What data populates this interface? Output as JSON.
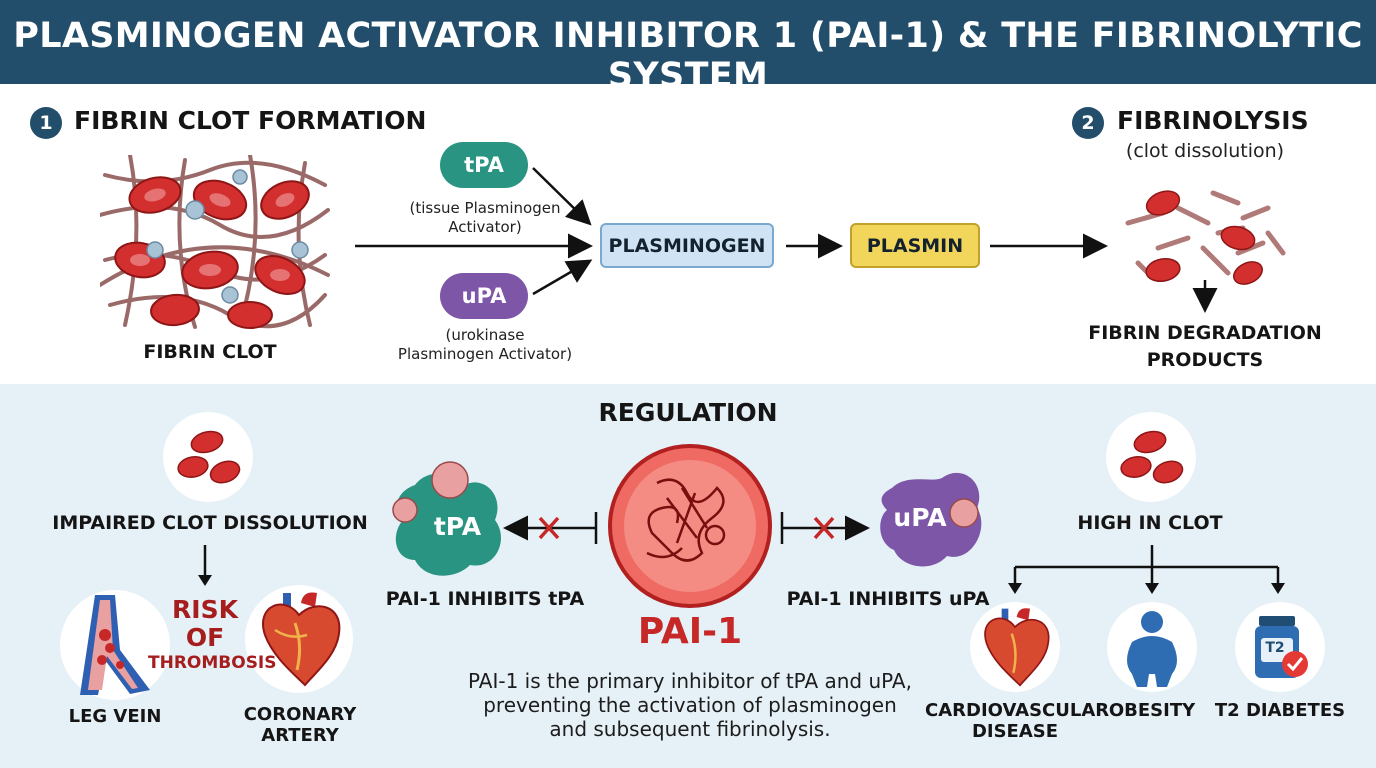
{
  "title": "PLASMINOGEN ACTIVATOR INHIBITOR 1 (PAI-1) & THE FIBRINOLYTIC SYSTEM",
  "section1": {
    "number": "1",
    "title": "FIBRIN CLOT FORMATION",
    "clot_label": "FIBRIN CLOT"
  },
  "section2": {
    "number": "2",
    "title": "FIBRINOLYSIS",
    "subtitle": "(clot dissolution)",
    "products_line1": "FIBRIN DEGRADATION",
    "products_line2": "PRODUCTS"
  },
  "activators": {
    "tpa": {
      "abbr": "tPA",
      "desc_line1": "(tissue Plasminogen",
      "desc_line2": "Activator)"
    },
    "upa": {
      "abbr": "uPA",
      "desc_line1": "(urokinase",
      "desc_line2": "Plasminogen Activator)"
    }
  },
  "pathway": {
    "plasminogen": "PLASMINOGEN",
    "plasmin": "PLASMIN"
  },
  "regulation": {
    "title": "REGULATION",
    "pai1_label": "PAI-1",
    "tpa_label": "tPA",
    "upa_label": "uPA",
    "inhibits_tpa": "PAI-1 INHIBITS tPA",
    "inhibits_upa": "PAI-1 INHIBITS uPA",
    "desc_line1": "PAI-1 is the primary inhibitor of tPA and uPA,",
    "desc_line2": "preventing the activation of plasminogen",
    "desc_line3": "and subsequent fibrinolysis."
  },
  "left_panel": {
    "impaired": "IMPAIRED CLOT DISSOLUTION",
    "risk_line1": "RISK",
    "risk_line2": "OF",
    "risk_line3": "THROMBOSIS",
    "leg_vein": "LEG VEIN",
    "coronary_line1": "CORONARY",
    "coronary_line2": "ARTERY"
  },
  "right_panel": {
    "high": "HIGH IN CLOT",
    "cardio_line1": "CARDIOVASCULAR",
    "cardio_line2": "DISEASE",
    "obesity": "OBESITY",
    "diabetes": "T2 DIABETES",
    "bottle_text": "T2"
  },
  "colors": {
    "header_bg": "#224e6b",
    "tpa": "#2a9482",
    "upa": "#7d56a8",
    "plasminogen_bg": "#cfe3f5",
    "plasmin_bg": "#f2d65c",
    "red": "#c62828",
    "risk": "#a51d1d"
  },
  "icons": [
    "fibrin-clot-icon",
    "red-blood-cells-icon",
    "leg-vein-icon",
    "heart-icon",
    "protein-structure-icon",
    "person-icon",
    "pill-bottle-icon",
    "check-icon"
  ]
}
